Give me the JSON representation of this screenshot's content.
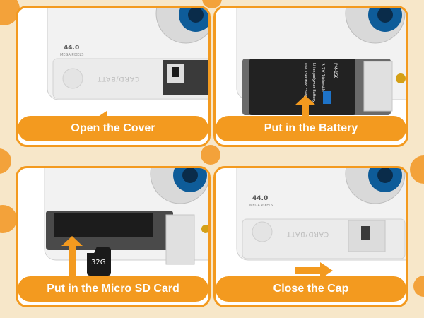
{
  "colors": {
    "accent": "#f39a1f",
    "background": "#f7e7c9",
    "camera_body": "#f2f2f2",
    "battery": "#222222"
  },
  "camera": {
    "mp": "44.0",
    "sub": "MEGA PIXELS",
    "engraving": "CARD/BATT"
  },
  "battery": {
    "model": "PM-150",
    "label1": "3.7V 700mAh",
    "label2": "Li-ion polymer Battery",
    "label3": "Use specified charger only"
  },
  "sdcard": {
    "capacity": "32G"
  },
  "panels": [
    {
      "caption": "Open the Cover"
    },
    {
      "caption": "Put in the Battery"
    },
    {
      "caption": "Put in the Micro SD Card"
    },
    {
      "caption": "Close the Cap"
    }
  ]
}
